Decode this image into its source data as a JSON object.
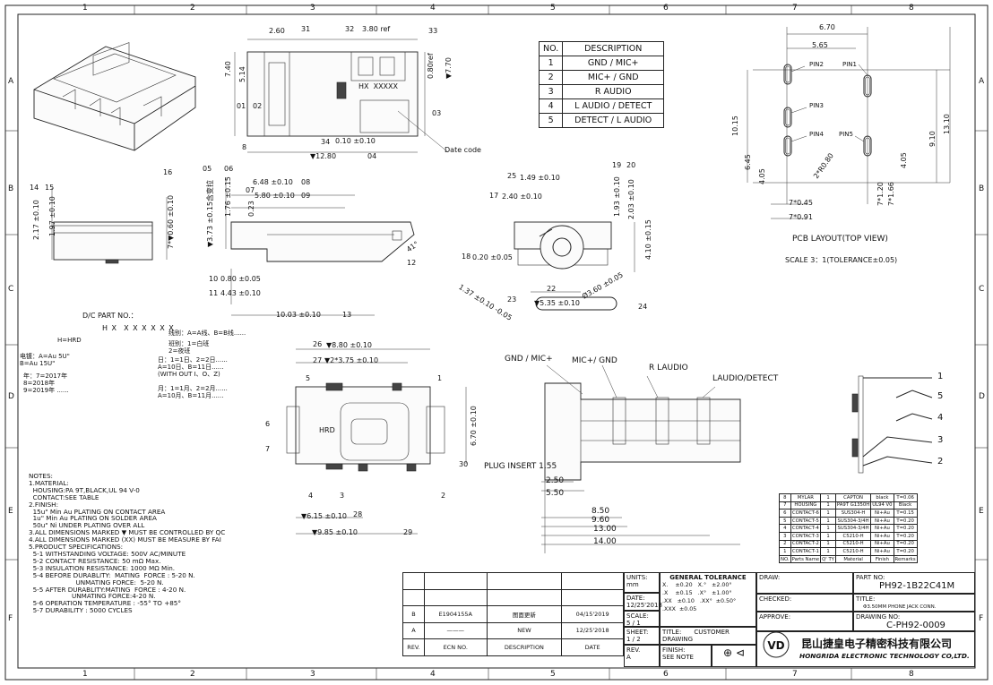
{
  "border": {
    "columns": [
      "1",
      "2",
      "3",
      "4",
      "5",
      "6",
      "7",
      "8"
    ],
    "rows": [
      "A",
      "B",
      "C",
      "D",
      "E",
      "F"
    ]
  },
  "table_desc": {
    "headers": [
      "NO.",
      "DESCRIPTION"
    ],
    "rows": [
      [
        "1",
        "GND / MIC+"
      ],
      [
        "2",
        "MIC+ / GND"
      ],
      [
        "3",
        "R AUDIO"
      ],
      [
        "4",
        "L AUDIO / DETECT"
      ],
      [
        "5",
        "DETECT / L AUDIO"
      ]
    ]
  },
  "top_view": {
    "dims": [
      "2.60",
      "31",
      "32",
      "3.80 ref",
      "33",
      "7.40",
      "5.14",
      "01",
      "02",
      "0.80ref",
      "▼7.70",
      "03",
      "HX  XXXXX",
      "8",
      "34",
      "0.10 ±0.10",
      "▼12.80",
      "04",
      "Date code"
    ]
  },
  "pcb": {
    "title": "PCB LAYOUT(TOP VIEW)",
    "scale": "SCALE 3：1(TOLERANCE±0.05)",
    "pins": [
      "PIN2",
      "PIN1",
      "PIN3",
      "PIN4",
      "PIN5"
    ],
    "dims": [
      "6.70",
      "5.65",
      "10.15",
      "6.45",
      "4.05",
      "9.10",
      "13.10",
      "2*R0.80",
      "7*1.20",
      "7*1.66",
      "4.05",
      "7*0.45",
      "7*0.91"
    ]
  },
  "side_view": {
    "dims": [
      "14",
      "15",
      "2.17 ±0.10",
      "1.97 ±0.10",
      "16",
      "7*▼0.60 ±0.10",
      "05",
      "06",
      "▼3.73 ±0.15含变拉",
      "1.76 ±0.15",
      "07",
      "0.23",
      "6.48 ±0.10",
      "08",
      "5.80 ±0.10",
      "09",
      "12",
      "41°",
      "10",
      "0.80 ±0.05",
      "11",
      "4.43 ±0.10",
      "10.03 ±0.10",
      "13"
    ]
  },
  "front_view": {
    "dims": [
      "25",
      "1.49 ±0.10",
      "17",
      "2.40 ±0.10",
      "19",
      "20",
      "1.93 ±0.10",
      "2.03 ±0.10",
      "4.10 ±0.15",
      "18",
      "0.20 ±0.05",
      "1.37 ±0.10 -0.05",
      "23",
      "22",
      "▼5.35 ±0.10",
      "Ø3.60 ±0.05",
      "24"
    ]
  },
  "dc_part": {
    "title": "D/C PART NO.：",
    "code": "H X  X X X X X X",
    "hrd": "H=HRD",
    "line": "线别：A=A线、B=B线......",
    "shift": "班别：1=白班\n2=夜班",
    "plating": "电镀：A=Au 5U\"\nB=Au 15U\"",
    "year": "年：7=2017年\n8=2018年\n9=2019年 ......",
    "day": "日：1=1日、2=2日......\nA=10日、B=11日......\n(WITH OUT I、O、Z)",
    "month": "月：1=1月、2=2月......\nA=10月、B=11月......"
  },
  "bottom_view": {
    "dims": [
      "26",
      "▼8.80 ±0.10",
      "27",
      "▼2*3.75 ±0.10",
      "5",
      "1",
      "6",
      "7",
      "HRD",
      "6.70 ±0.10",
      "30",
      "4",
      "3",
      "2",
      "▼6.15 ±0.10",
      "28",
      "▼9.85 ±0.10",
      "29"
    ]
  },
  "section": {
    "labels": [
      "GND / MIC+",
      "MIC+/ GND",
      "R LAUDIO",
      "LAUDIO/DETECT",
      "PLUG INSERT 1.55",
      "2.50",
      "5.50",
      "8.50",
      "9.60",
      "13.00",
      "14.00"
    ]
  },
  "schematic": {
    "pins": [
      "1",
      "5",
      "4",
      "3",
      "2"
    ]
  },
  "notes": {
    "text": "NOTES:\n1.MATERIAL:\n  HOUSING:PA 9T,BLACK,UL 94 V-0\n  CONTACT:SEE TABLE\n2.FINISH:\n  15u\" Min Au PLATING ON CONTACT AREA\n  1u\" Min Au PLATING ON SOLDER AREA\n  50u\" Ni UNDER PLATING OVER ALL\n3.ALL DIMENSIONS MARKED ▼ MUST BE CONTROLLED BY QC\n4.ALL DIMENSIONS MARKED (XX) MUST BE MEASURE BY FAI\n5.PRODUCT SPECIFICATIONS:\n  5-1 WITHSTANDING VOLTAGE: 500V AC/MINUTE\n  5-2 CONTACT RESISTANCE: 50 mΩ Max.\n  5-3 INSULATION RESISTANCE: 1000 MΩ Min.\n  5-4 BEFORE DURABLITY:  MATING  FORCE : 5-20 N.\n                       UNMATING FORCE:  5-20 N.\n  5-5 AFTER DURABLITY:MATING  FORCE : 4-20 N.\n                     UNMATING FORCE:4-20 N.\n  5-6 OPERATION TEMPERATURE : -55° TO +85°\n  5-7 DURABILITY : 5000 CYCLES"
  },
  "bom": {
    "rows": [
      [
        "8",
        "MYLAR",
        "1",
        "CAPTON",
        "black",
        "T=0.06"
      ],
      [
        "7",
        "HOUSING",
        "1",
        "PA9T G1350H",
        "UL94 V0",
        "Black"
      ],
      [
        "6",
        "CONTACT-6",
        "1",
        "SUS304-H",
        "Ni+Au",
        "T=0.15"
      ],
      [
        "5",
        "CONTACT-5",
        "1",
        "SUS304-3/4H",
        "Ni+Au",
        "T=0.20"
      ],
      [
        "4",
        "CONTACT-4",
        "1",
        "SUS304-3/4H",
        "Ni+Au",
        "T=0.20"
      ],
      [
        "3",
        "CONTACT-3",
        "1",
        "C5210-H",
        "Ni+Au",
        "T=0.20"
      ],
      [
        "2",
        "CONTACT-2",
        "1",
        "C5210-H",
        "Ni+Au",
        "T=0.20"
      ],
      [
        "1",
        "CONTACT-1",
        "1",
        "C5210-H",
        "Ni+Au",
        "T=0.20"
      ]
    ],
    "header": [
      "NO.",
      "Parts Name",
      "Q' TY",
      "Material",
      "Finish",
      "Remarks"
    ]
  },
  "rev_table": {
    "rows": [
      [
        "B",
        "E1904155A",
        "图面更新",
        "04/15'2019"
      ],
      [
        "A",
        "———",
        "NEW",
        "12/25'2018"
      ]
    ],
    "header": [
      "REV.",
      "ECN NO.",
      "DESCRIPTION",
      "DATE"
    ]
  },
  "title_block": {
    "units_label": "UNITS:",
    "units": "mm",
    "date_label": "DATE:",
    "date": "12/25'2018",
    "scale_label": "SCALE:",
    "scale": "5 / 1",
    "sheet_label": "SHEET:",
    "sheet": "1 / 2",
    "rev_label": "REV.",
    "rev": "A",
    "tol_title": "GENERAL TOLERANCE",
    "tol_lines": "X.    ±0.20   X.°   ±2.00°\n.X    ±0.15   .X°   ±1.00°\n.XX   ±0.10   .XX°  ±0.50°\n.XXX  ±0.05",
    "title_label": "TITLE:",
    "customer": "CUSTOMER DRAWING",
    "finish_label": "FINISH:",
    "finish": "SEE NOTE",
    "draw_label": "DRAW:",
    "checked_label": "CHECKED:",
    "approve_label": "APPROVE:",
    "partno_label": "PART NO:",
    "partno": "PH92-1B22C41M",
    "title2_label": "TITLE:",
    "title2": "Φ3.50MM PHONE JACK CONN.",
    "drawingno_label": "DRAWING NO:",
    "drawingno": "C-PH92-0009",
    "company_cn": "昆山捷皇电子精密科技有限公司",
    "company_en": "HONGRIDA ELECTRONIC TECHNOLOGY CO,LTD."
  }
}
